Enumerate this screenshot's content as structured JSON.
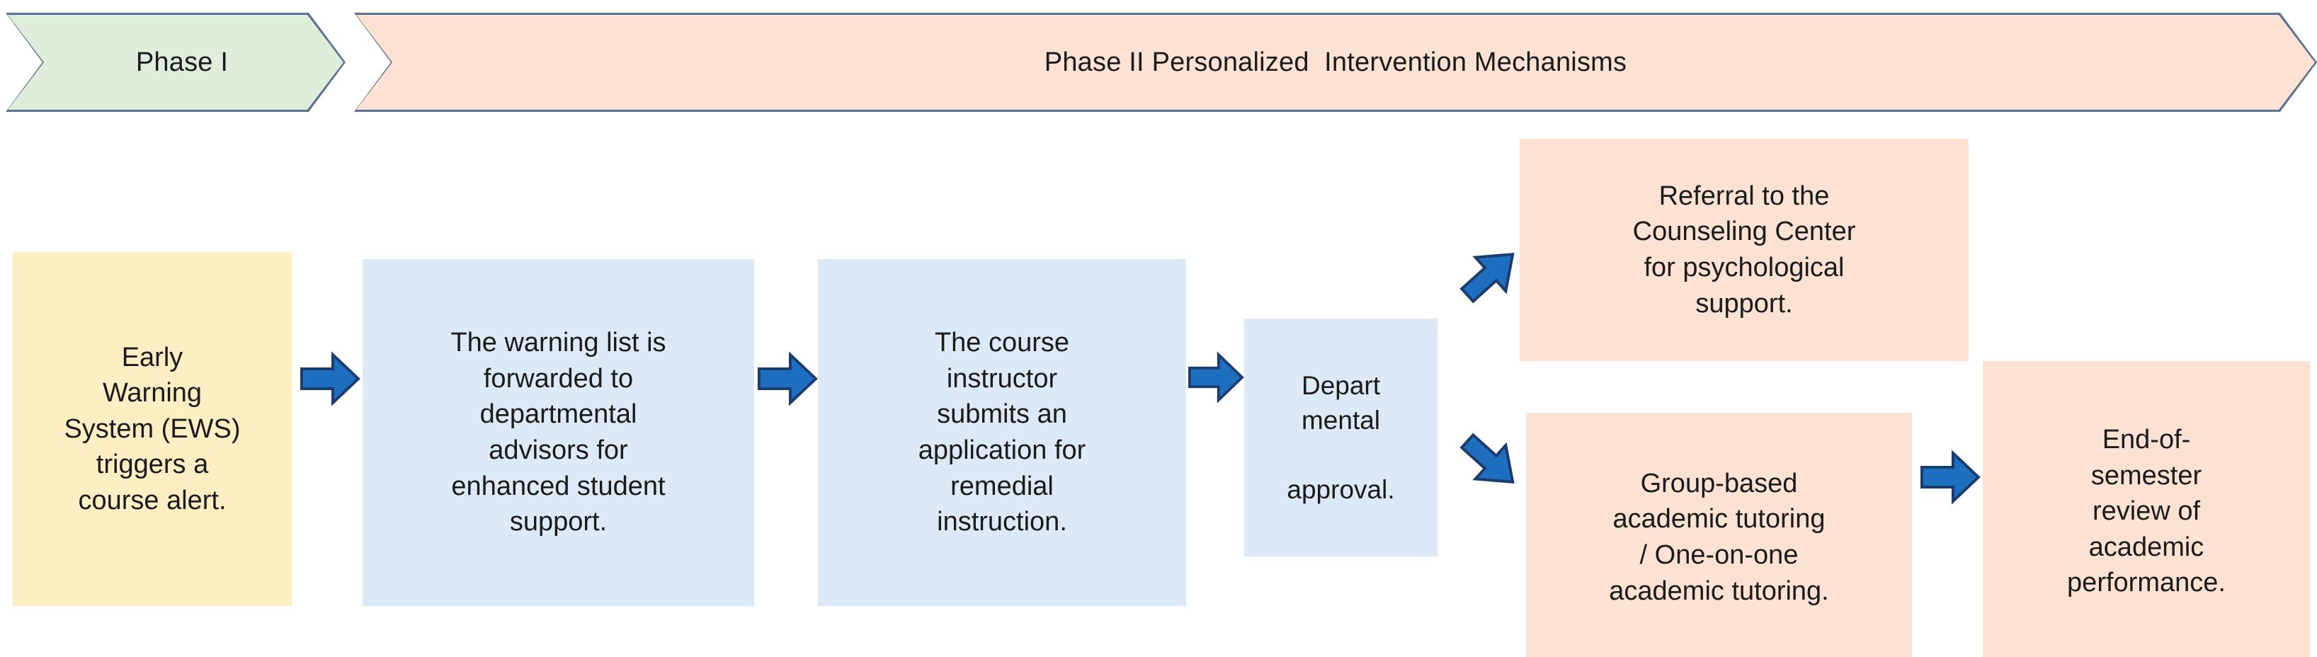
{
  "diagram": {
    "title": "Two-phase student early-warning and intervention flowchart",
    "colors": {
      "phase1_fill": "#dfeddb",
      "phase2_fill": "#fbe2d2",
      "chevron_border": "#5b7390",
      "start_fill": "#fdeec4",
      "process_fill": "#dce9f6",
      "intervention_fill": "#fbe2d2",
      "arrow_fill": "#1f6fc0",
      "arrow_stroke": "#1a3c6e",
      "text": "#1b1b1b",
      "background": "#ffffff"
    },
    "banner": {
      "phases": [
        {
          "id": "phase-1",
          "label": "Phase I"
        },
        {
          "id": "phase-2",
          "label": "Phase II Personalized  Intervention Mechanisms"
        }
      ]
    },
    "nodes": [
      {
        "id": "ews",
        "label": "Early\nWarning\nSystem (EWS)\ntriggers a\ncourse alert.",
        "kind": "start",
        "fill": "#fdeec4"
      },
      {
        "id": "forward",
        "label": "The warning list is\nforwarded to\ndepartmental\nadvisors for\nenhanced student\nsupport.",
        "kind": "process",
        "fill": "#dce9f6"
      },
      {
        "id": "instructor",
        "label": "The course\ninstructor\nsubmits an\napplication for\nremedial\ninstruction.",
        "kind": "process",
        "fill": "#dce9f6"
      },
      {
        "id": "approval",
        "label": "Depart\nmental\n\napproval.",
        "kind": "process",
        "fill": "#dce9f6"
      },
      {
        "id": "counseling",
        "label": "Referral to the\nCounseling Center\nfor psychological\nsupport.",
        "kind": "intervention",
        "fill": "#fbe2d2"
      },
      {
        "id": "tutoring",
        "label": "Group-based\nacademic tutoring\n/ One-on-one\nacademic tutoring.",
        "kind": "intervention",
        "fill": "#fbe2d2"
      },
      {
        "id": "review",
        "label": "End-of-\nsemester\nreview of\nacademic\nperformance.",
        "kind": "intervention",
        "fill": "#fbe2d2"
      }
    ],
    "arrows": [
      {
        "id": "ews-to-forward",
        "from": "ews",
        "to": "forward",
        "direction": "right"
      },
      {
        "id": "forward-to-instructor",
        "from": "forward",
        "to": "instructor",
        "direction": "right"
      },
      {
        "id": "instructor-to-approval",
        "from": "instructor",
        "to": "approval",
        "direction": "right"
      },
      {
        "id": "approval-to-counseling",
        "from": "approval",
        "to": "counseling",
        "direction": "up-right"
      },
      {
        "id": "approval-to-tutoring",
        "from": "approval",
        "to": "tutoring",
        "direction": "down-right"
      },
      {
        "id": "tutoring-to-review",
        "from": "tutoring",
        "to": "review",
        "direction": "right"
      }
    ]
  }
}
